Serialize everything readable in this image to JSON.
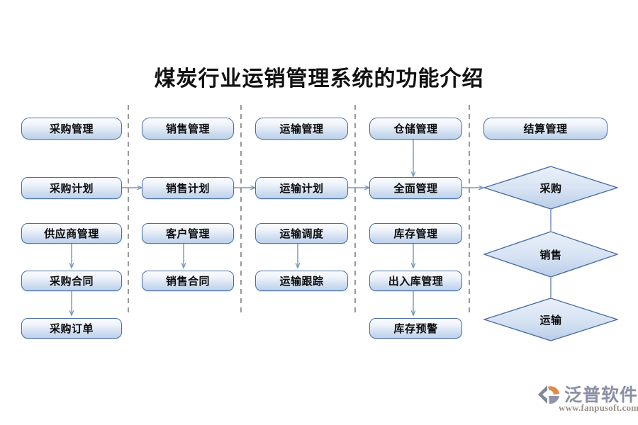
{
  "diagram": {
    "title": "煤炭行业运销管理系统的功能介绍",
    "columns": [
      {
        "header": "采购管理",
        "nodes": [
          "采购计划",
          "供应商管理",
          "采购合同",
          "采购订单"
        ]
      },
      {
        "header": "销售管理",
        "nodes": [
          "销售计划",
          "客户管理",
          "销售合同"
        ]
      },
      {
        "header": "运输管理",
        "nodes": [
          "运输计划",
          "运输调度",
          "运输跟踪"
        ]
      },
      {
        "header": "仓储管理",
        "nodes": [
          "全面管理",
          "库存管理",
          "出入库管理",
          "库存预警"
        ]
      },
      {
        "header": "结算管理",
        "diamonds": [
          "采购",
          "销售",
          "运输"
        ]
      }
    ],
    "colors": {
      "node_border": "#4a6fa5",
      "node_fill_top": "#fbfcfe",
      "node_fill_bottom": "#bed2ea",
      "connector": "#7695c0",
      "divider": "#555555",
      "title_text": "#111111"
    }
  },
  "logo": {
    "brand": "泛普软件",
    "url": "www.fanpusoft.com",
    "mark_color": "#7d8699",
    "mark_accent": "#e08b43"
  }
}
